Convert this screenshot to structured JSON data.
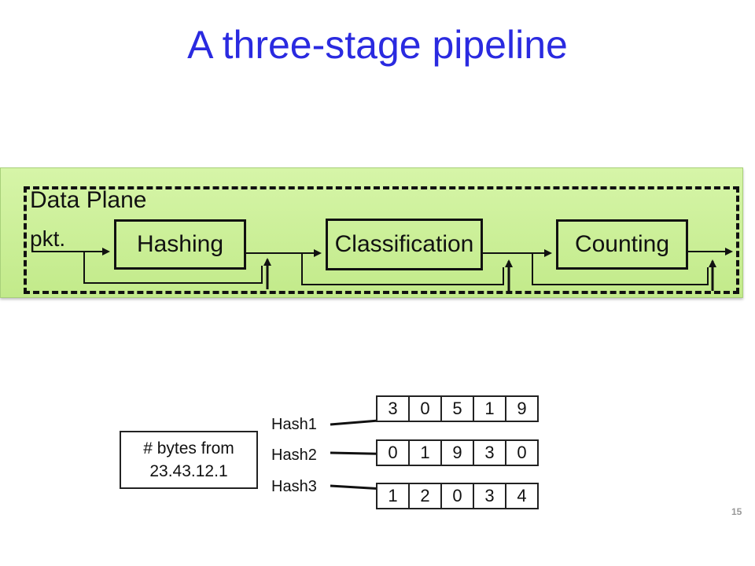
{
  "title": "A three-stage pipeline",
  "data_plane": {
    "label": "Data Plane",
    "input_label": "pkt.",
    "stages": [
      "Hashing",
      "Classification",
      "Counting"
    ]
  },
  "counter": {
    "line1": "# bytes from",
    "line2": "23.43.12.1"
  },
  "hash_rows": [
    {
      "label": "Hash1",
      "cells": [
        "3",
        "0",
        "5",
        "1",
        "9"
      ]
    },
    {
      "label": "Hash2",
      "cells": [
        "0",
        "1",
        "9",
        "3",
        "0"
      ]
    },
    {
      "label": "Hash3",
      "cells": [
        "1",
        "2",
        "0",
        "3",
        "4"
      ]
    }
  ],
  "page_number": "15"
}
